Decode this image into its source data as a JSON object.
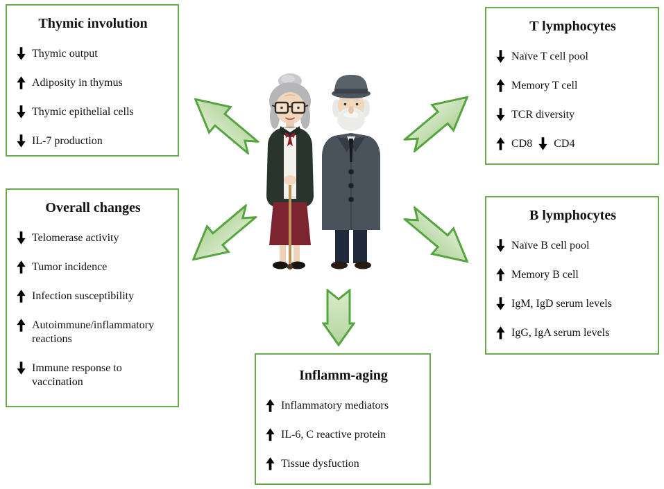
{
  "figure": {
    "boxes": [
      {
        "id": "thymic-involution",
        "title": "Thymic involution",
        "items": [
          {
            "segments": [
              {
                "dir": "down",
                "text": "Thymic output"
              }
            ]
          },
          {
            "segments": [
              {
                "dir": "up",
                "text": "Adiposity in thymus"
              }
            ]
          },
          {
            "segments": [
              {
                "dir": "down",
                "text": "Thymic epithelial cells"
              }
            ]
          },
          {
            "segments": [
              {
                "dir": "down",
                "text": "IL-7 production"
              }
            ]
          }
        ]
      },
      {
        "id": "overall-changes",
        "title": "Overall changes",
        "items": [
          {
            "segments": [
              {
                "dir": "down",
                "text": "Telomerase activity"
              }
            ]
          },
          {
            "segments": [
              {
                "dir": "up",
                "text": "Tumor incidence"
              }
            ]
          },
          {
            "segments": [
              {
                "dir": "up",
                "text": "Infection susceptibility"
              }
            ]
          },
          {
            "segments": [
              {
                "dir": "up",
                "text": "Autoimmune/inflammatory reactions"
              }
            ]
          },
          {
            "segments": [
              {
                "dir": "down",
                "text": "Immune response to vaccination"
              }
            ]
          }
        ]
      },
      {
        "id": "t-lymphocytes",
        "title": "T lymphocytes",
        "items": [
          {
            "segments": [
              {
                "dir": "down",
                "text": "Naïve T cell pool"
              }
            ]
          },
          {
            "segments": [
              {
                "dir": "up",
                "text": "Memory T cell"
              }
            ]
          },
          {
            "segments": [
              {
                "dir": "down",
                "text": "TCR diversity"
              }
            ]
          },
          {
            "segments": [
              {
                "dir": "up",
                "text": "CD8"
              },
              {
                "dir": "down",
                "text": "CD4"
              }
            ]
          }
        ]
      },
      {
        "id": "b-lymphocytes",
        "title": "B lymphocytes",
        "items": [
          {
            "segments": [
              {
                "dir": "down",
                "text": "Naïve B cell pool"
              }
            ]
          },
          {
            "segments": [
              {
                "dir": "up",
                "text": "Memory B cell"
              }
            ]
          },
          {
            "segments": [
              {
                "dir": "down",
                "text": "IgM, IgD serum levels"
              }
            ]
          },
          {
            "segments": [
              {
                "dir": "up",
                "text": "IgG, IgA serum levels"
              }
            ]
          }
        ]
      },
      {
        "id": "inflamm-aging",
        "title": "Inflamm-aging",
        "items": [
          {
            "segments": [
              {
                "dir": "up",
                "text": "Inflammatory mediators"
              }
            ]
          },
          {
            "segments": [
              {
                "dir": "up",
                "text": "IL-6, C reactive protein"
              }
            ]
          },
          {
            "segments": [
              {
                "dir": "up",
                "text": "Tissue dysfuction"
              }
            ]
          }
        ]
      }
    ],
    "center_illustration": "elderly couple",
    "colors": {
      "green_border": "#68ab4c",
      "arrow_stroke": "#55a53e",
      "arrow_fill_light": "#dcebcf",
      "arrow_fill_dark": "#b2d49a",
      "item_arrow": "#000000",
      "text_color": "#111111",
      "bg": "#ffffff"
    }
  }
}
